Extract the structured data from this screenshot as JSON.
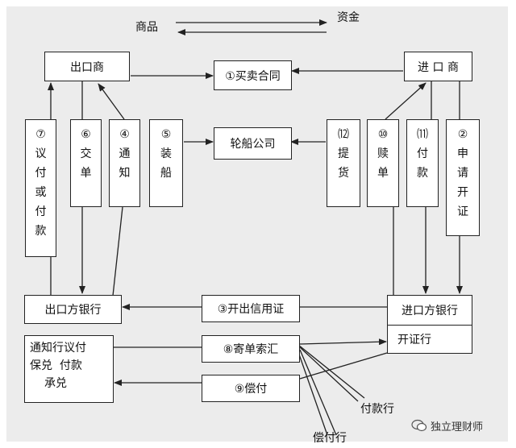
{
  "legend": {
    "goods": "商品",
    "funds": "资金"
  },
  "top": {
    "exporter": "出口商",
    "importer": "进 口 商",
    "contract": "①买卖合同",
    "shipping_company": "轮船公司"
  },
  "left_steps": [
    {
      "num": "⑦",
      "chars": [
        "议",
        "付",
        "或",
        "付",
        "款"
      ]
    },
    {
      "num": "⑥",
      "chars": [
        "交",
        "单"
      ]
    },
    {
      "num": "④",
      "chars": [
        "通",
        "知"
      ]
    },
    {
      "num": "⑤",
      "chars": [
        "装",
        "船"
      ]
    }
  ],
  "right_steps": [
    {
      "num": "⑿",
      "chars": [
        "提",
        "货"
      ]
    },
    {
      "num": "⑩",
      "chars": [
        "赎",
        "单"
      ]
    },
    {
      "num": "⑾",
      "chars": [
        "付",
        "款"
      ]
    },
    {
      "num": "②",
      "chars": [
        "申",
        "请",
        "开",
        "证"
      ]
    }
  ],
  "bottom": {
    "exporter_bank": "出口方银行",
    "importer_bank": "进口方银行",
    "issuing_bank": "开证行",
    "advise_lc": "③开出信用证",
    "send_docs": "⑧寄单索汇",
    "reimburse": "⑨偿付",
    "advising_bank_lines": [
      "通知行议付",
      "保兑  付款",
      "承兑"
    ],
    "paying_bank": "付款行",
    "reimbursing_bank": "偿付行"
  },
  "watermark": "独立理财师",
  "colors": {
    "background": "#ececec",
    "box": "#ffffff",
    "line": "#222222"
  }
}
